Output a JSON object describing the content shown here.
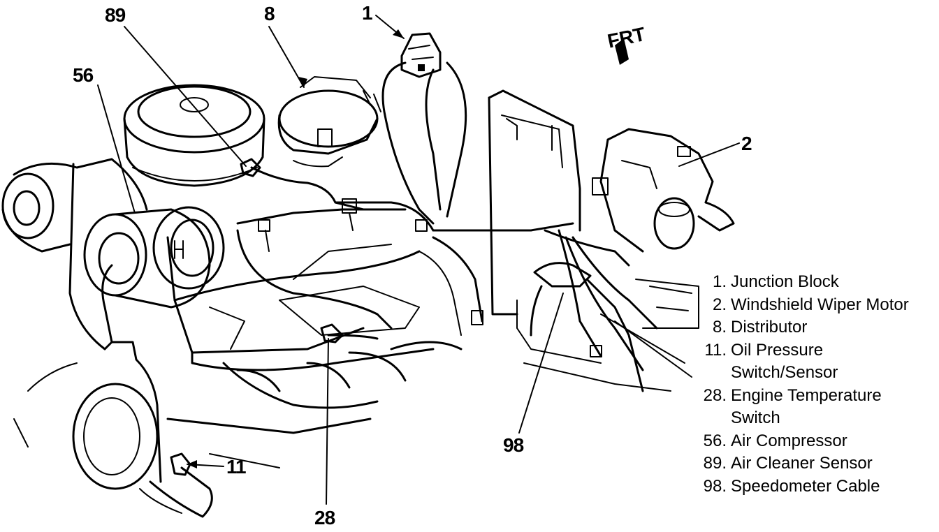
{
  "diagram": {
    "orientation_label": "FRT",
    "callouts": [
      {
        "id": "c89",
        "number": "89"
      },
      {
        "id": "c8",
        "number": "8"
      },
      {
        "id": "c1",
        "number": "1"
      },
      {
        "id": "c56",
        "number": "56"
      },
      {
        "id": "c2",
        "number": "2"
      },
      {
        "id": "c98",
        "number": "98"
      },
      {
        "id": "c11",
        "number": "11"
      },
      {
        "id": "c28",
        "number": "28"
      }
    ],
    "legend": [
      {
        "number": "1.",
        "text": "Junction Block"
      },
      {
        "number": "2.",
        "text": "Windshield Wiper Motor"
      },
      {
        "number": "8.",
        "text": "Distributor"
      },
      {
        "number": "11.",
        "text": "Oil Pressure"
      },
      {
        "number": "",
        "text": "Switch/Sensor"
      },
      {
        "number": "28.",
        "text": "Engine Temperature"
      },
      {
        "number": "",
        "text": "Switch"
      },
      {
        "number": "56.",
        "text": "Air Compressor"
      },
      {
        "number": "89.",
        "text": "Air Cleaner Sensor"
      },
      {
        "number": "98.",
        "text": "Speedometer Cable"
      }
    ]
  }
}
